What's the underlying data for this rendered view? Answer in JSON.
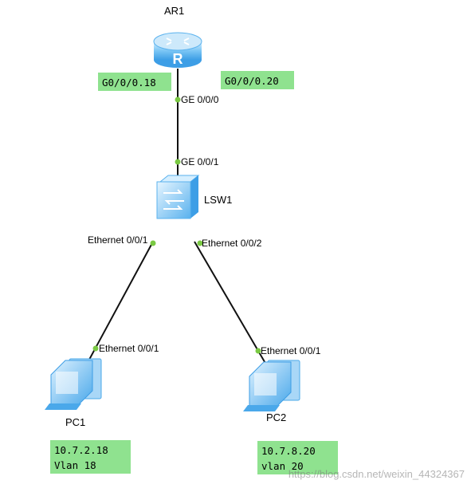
{
  "colors": {
    "link": "#111111",
    "port_dot": "#7ac943",
    "note_bg": "#8fe28f",
    "device_blue": "#5ab2ee"
  },
  "devices": {
    "router": {
      "label": "AR1",
      "icon": "router-icon"
    },
    "switch": {
      "label": "LSW1",
      "icon": "switch-icon"
    },
    "pc1": {
      "label": "PC1",
      "icon": "pc-icon"
    },
    "pc2": {
      "label": "PC2",
      "icon": "pc-icon"
    }
  },
  "ports": {
    "ar1_ge000": "GE 0/0/0",
    "lsw1_ge001": "GE 0/0/1",
    "lsw1_eth001": "Ethernet 0/0/1",
    "lsw1_eth002": "Ethernet 0/0/2",
    "pc1_eth001": "Ethernet 0/0/1",
    "pc2_eth001": "Ethernet 0/0/1"
  },
  "notes": {
    "subif_left": "G0/0/0.18",
    "subif_right": "G0/0/0.20",
    "pc1_ip": "10.7.2.18",
    "pc1_vlan": "Vlan 18",
    "pc2_ip": "10.7.8.20",
    "pc2_vlan": "vlan 20"
  },
  "watermark": "https://blog.csdn.net/weixin_44324367"
}
